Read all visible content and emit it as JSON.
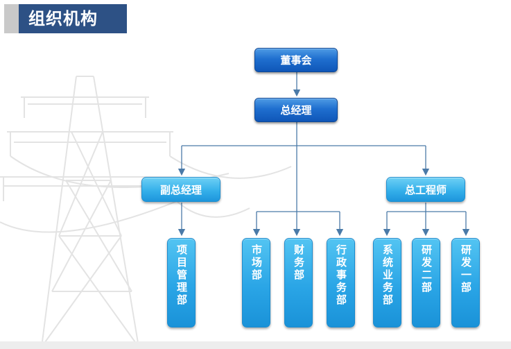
{
  "header": {
    "title": "组织机构"
  },
  "org": {
    "board": "董事会",
    "general_manager": "总经理",
    "deputy_manager": "副总经理",
    "chief_engineer": "总工程师",
    "departments": {
      "project_mgmt": "项目管理部",
      "market": "市场部",
      "finance": "财务部",
      "admin": "行政事务部",
      "system_business": "系统业务部",
      "rd_2": "研发二部",
      "rd_1": "研发一部"
    }
  },
  "colors": {
    "header_bg": "#2d5185",
    "connector": "#4a7aa8"
  }
}
